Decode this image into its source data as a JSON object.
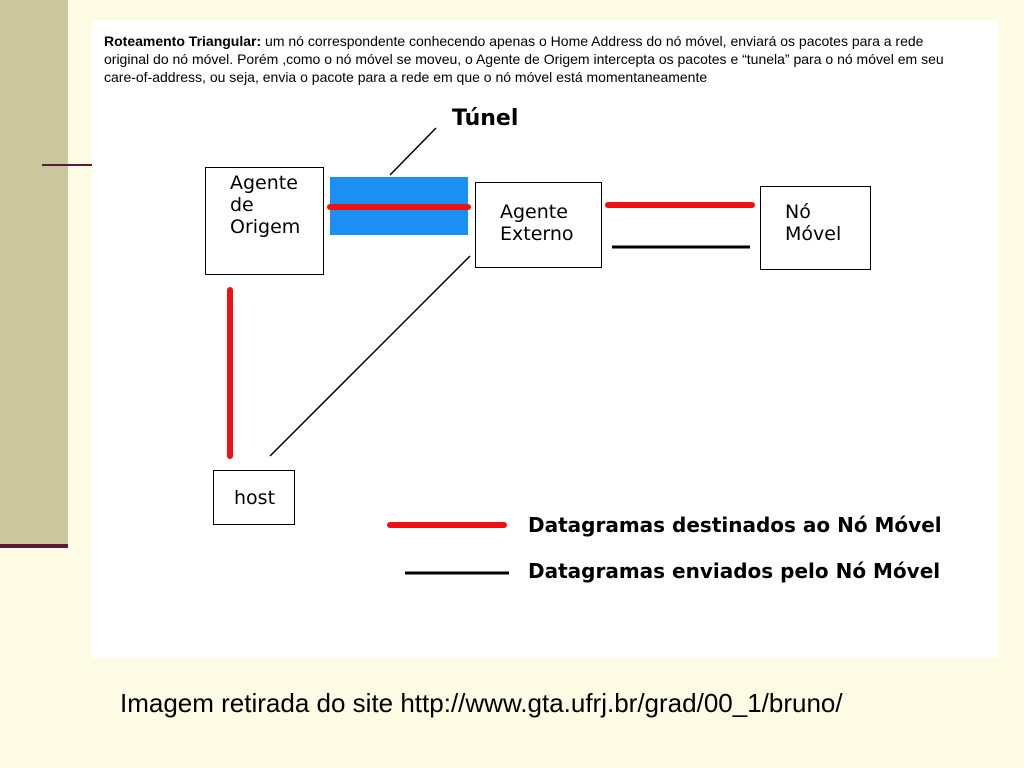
{
  "description": {
    "title": "Roteamento Triangular:",
    "text": " um nó correspondente conhecendo apenas o Home Address do nó móvel, enviará os pacotes para a rede original do nó móvel. Porém ,como o nó móvel se moveu, o Agente de Origem intercepta os pacotes e “tunela” para o nó móvel em seu care-of-address, ou seja, envia o pacote para a rede em que o nó móvel está momentaneamente"
  },
  "diagram": {
    "tunnel_label": "Túnel",
    "nodes": {
      "home_agent": [
        "Agente",
        "de",
        "Origem"
      ],
      "foreign_agent": [
        "Agente",
        "Externo"
      ],
      "mobile_node": [
        "Nó",
        "Móvel"
      ],
      "host": [
        "host"
      ]
    },
    "legend": [
      {
        "label": "Datagramas destinados ao Nó Móvel",
        "color": "#ee1111"
      },
      {
        "label": "Datagramas enviados pelo Nó Móvel",
        "color": "#000000"
      }
    ],
    "colors": {
      "to_mobile": "#ee1111",
      "from_mobile": "#000000",
      "tunnel": "#1b8ff2"
    }
  },
  "caption": "Imagem retirada do site http://www.gta.ufrj.br/grad/00_1/bruno/"
}
